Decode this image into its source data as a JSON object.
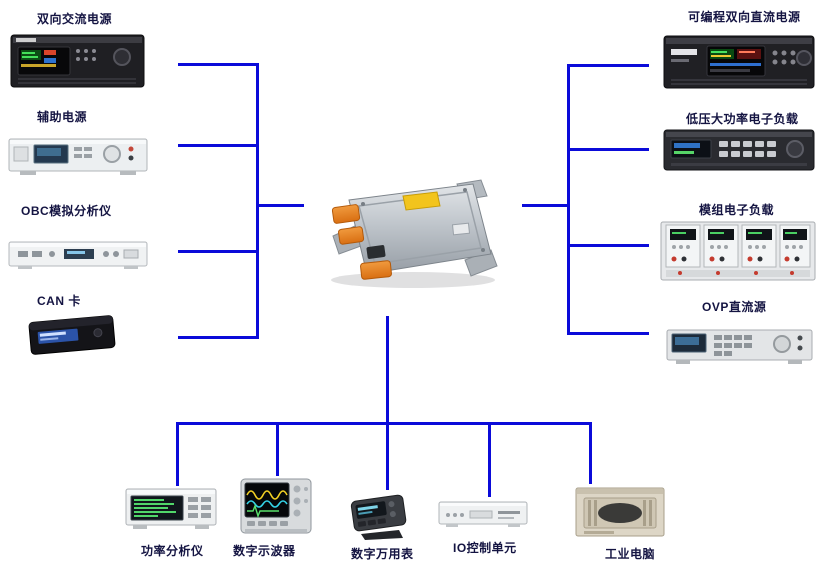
{
  "colors": {
    "wire": "#0b0bd9",
    "label": "#141442",
    "background": "#ffffff"
  },
  "left": [
    {
      "label": "双向交流电源"
    },
    {
      "label": "辅助电源"
    },
    {
      "label": "OBC模拟分析仪"
    },
    {
      "label": "CAN 卡"
    }
  ],
  "right": [
    {
      "label": "可编程双向直流电源"
    },
    {
      "label": "低压大功率电子负载"
    },
    {
      "label": "模组电子负载"
    },
    {
      "label": "OVP直流源"
    }
  ],
  "bottom": [
    {
      "label": "功率分析仪"
    },
    {
      "label": "数字示波器"
    },
    {
      "label": "数字万用表"
    },
    {
      "label": "IO控制单元"
    },
    {
      "label": "工业电脑"
    }
  ]
}
